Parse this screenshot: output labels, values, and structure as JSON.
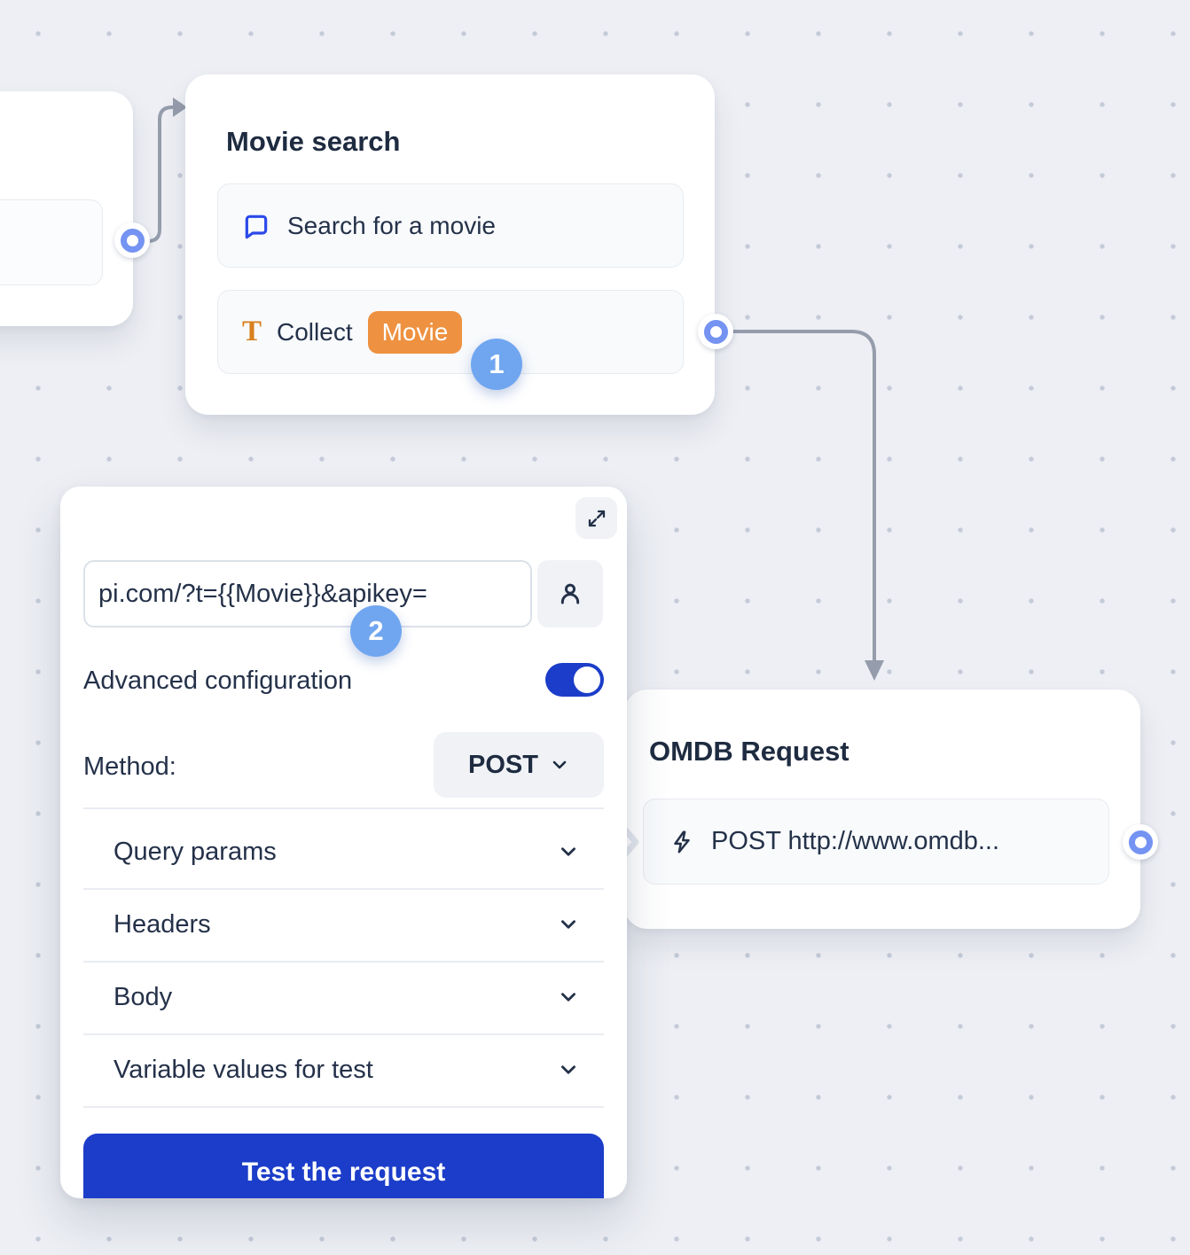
{
  "canvas": {
    "background": "#EDEFF4",
    "dot_color": "#C4CAD8"
  },
  "colors": {
    "primary_blue": "#1C3DC9",
    "icon_blue": "#2B49E8",
    "step_badge_blue": "#70A6F0",
    "port_ring_blue": "#7493F2",
    "variable_orange": "#EE9140",
    "collect_icon_orange": "#D9801F",
    "text_dark": "#243149",
    "connector_gray": "#959DAC"
  },
  "nodes": {
    "movie_search": {
      "title": "Movie search",
      "items": [
        {
          "icon": "chat-bubble-icon",
          "label": "Search for a movie"
        },
        {
          "icon": "text-collect-icon",
          "icon_glyph": "T",
          "label": "Collect",
          "variable_badge": "Movie"
        }
      ],
      "step_badge": "1"
    },
    "omdb_request": {
      "title": "OMDB Request",
      "items": [
        {
          "icon": "lightning-icon",
          "label": "POST http://www.omdb..."
        }
      ]
    }
  },
  "panel": {
    "url_value": "pi.com/?t={{Movie}}&apikey=",
    "step_badge": "2",
    "advanced_label": "Advanced configuration",
    "advanced_enabled": true,
    "method_label": "Method:",
    "method_value": "POST",
    "sections": [
      {
        "label": "Query params"
      },
      {
        "label": "Headers"
      },
      {
        "label": "Body"
      },
      {
        "label": "Variable values for test"
      }
    ],
    "test_button": "Test the request"
  }
}
